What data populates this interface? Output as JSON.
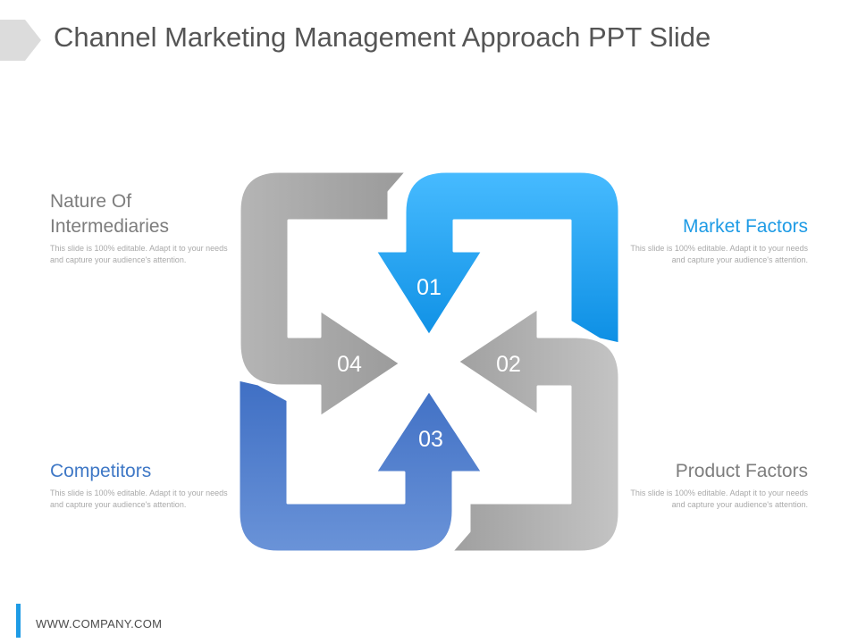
{
  "slide": {
    "title": "Channel Marketing Management Approach PPT Slide",
    "footer": "WWW.COMPANY.COM"
  },
  "colors": {
    "accent_blue": "#1e9be5",
    "dark_blue": "#4472c4",
    "gray": "#a6a6a6"
  },
  "steps": [
    {
      "number": "01",
      "heading": "Market Factors",
      "description": "This slide is 100% editable. Adapt it to your needs and capture your audience's attention."
    },
    {
      "number": "02",
      "heading": "Product Factors",
      "description": "This slide is 100% editable. Adapt it to your needs and capture your audience's attention."
    },
    {
      "number": "03",
      "heading": "Competitors",
      "description": "This slide is 100% editable. Adapt it to your needs and capture your audience's attention."
    },
    {
      "number": "04",
      "heading": " Nature Of Intermediaries",
      "description": "This slide is 100% editable. Adapt it to your needs and capture your audience's attention."
    }
  ]
}
